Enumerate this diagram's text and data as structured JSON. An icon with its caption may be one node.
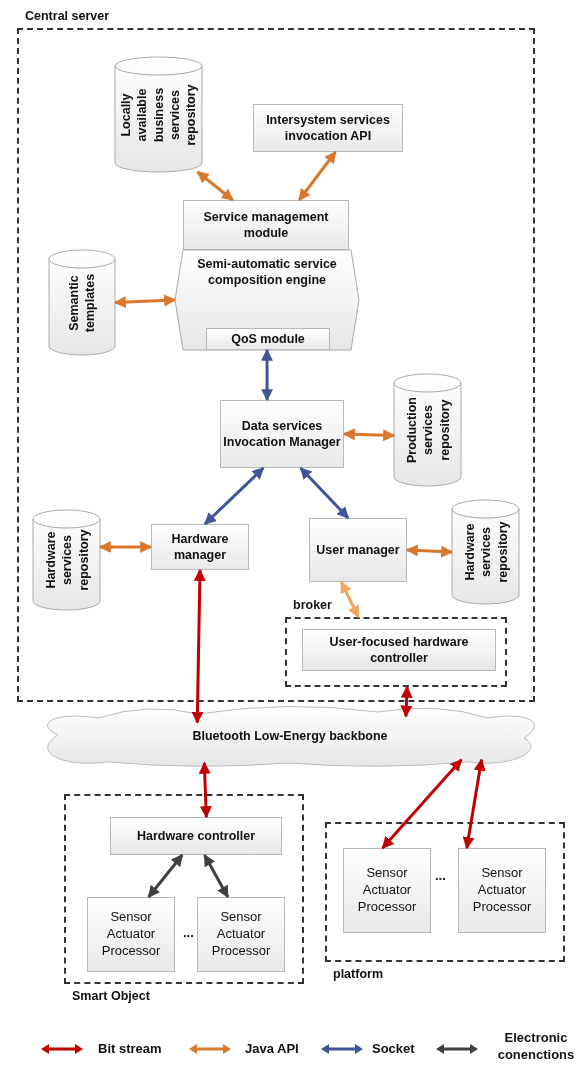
{
  "diagram": {
    "nodes": [
      {
        "text": [
          "Central server"
        ]
      },
      {
        "text": [
          "Locally available business services repository"
        ],
        "in": 0
      },
      {
        "text": [
          "Intersystem services invocation API"
        ],
        "in": 0
      },
      {
        "text": [
          "Service management module"
        ],
        "in": 0
      },
      {
        "text": [
          "Semi-automatic service composition engine"
        ],
        "in": 0
      },
      {
        "text": [
          "QoS module"
        ],
        "in": 4
      },
      {
        "text": [
          "Semantic templates"
        ],
        "in": 0
      },
      {
        "text": [
          "Data services Invocation Manager"
        ],
        "in": 0
      },
      {
        "text": [
          "Production services repository"
        ],
        "in": 0
      },
      {
        "text": [
          "Hardware services repository"
        ],
        "in": 0
      },
      {
        "text": [
          "Hardware manager"
        ],
        "in": 0
      },
      {
        "text": [
          "User manager"
        ],
        "in": 0
      },
      {
        "text": [
          "Hardware services repository"
        ],
        "in": 0
      },
      {
        "text": [
          "broker"
        ],
        "in": 0
      },
      {
        "text": [
          "User-focused hardware controller"
        ],
        "in": 13
      },
      {
        "text": [
          "Bluetooth Low-Energy backbone"
        ]
      },
      {
        "text": [
          "Smart Object"
        ]
      },
      {
        "text": [
          "Hardware controller"
        ],
        "in": 16
      },
      {
        "text": [
          "Sensor Actuator Processor"
        ],
        "in": 16
      },
      {
        "text": [
          "Sensor Actuator Processor"
        ],
        "in": 16
      },
      {
        "text": [
          "platform"
        ]
      },
      {
        "text": [
          "Sensor Actuator Processor"
        ],
        "in": 20
      },
      {
        "text": [
          "Sensor Actuator Processor"
        ],
        "in": 20
      }
    ],
    "edges": [
      {
        "from": 1,
        "to": 3,
        "arrow": "both",
        "color": "#d9782d"
      },
      {
        "from": 2,
        "to": 3,
        "arrow": "both",
        "color": "#d9782d"
      },
      {
        "from": 6,
        "to": 4,
        "arrow": "both",
        "color": "#d9782d"
      },
      {
        "from": 4,
        "to": 7,
        "arrow": "both",
        "color": "#3f5597"
      },
      {
        "from": 7,
        "to": 8,
        "arrow": "both",
        "color": "#d9782d"
      },
      {
        "from": 7,
        "to": 10,
        "arrow": "both",
        "color": "#3f5597"
      },
      {
        "from": 7,
        "to": 11,
        "arrow": "both",
        "color": "#3f5597"
      },
      {
        "from": 9,
        "to": 10,
        "arrow": "both",
        "color": "#d9782d"
      },
      {
        "from": 11,
        "to": 12,
        "arrow": "both",
        "color": "#d9782d"
      },
      {
        "from": 11,
        "to": 13,
        "arrow": "both",
        "color": "#f0a860"
      },
      {
        "from": 10,
        "to": 15,
        "arrow": "both",
        "color": "#c00000"
      },
      {
        "from": 13,
        "to": 15,
        "arrow": "both",
        "color": "#c00000"
      },
      {
        "from": 15,
        "to": 17,
        "arrow": "both",
        "color": "#c00000"
      },
      {
        "from": 15,
        "to": 21,
        "arrow": "both",
        "color": "#c00000"
      },
      {
        "from": 15,
        "to": 22,
        "arrow": "both",
        "color": "#c00000"
      },
      {
        "from": 17,
        "to": 18,
        "arrow": "both",
        "color": "#404040"
      },
      {
        "from": 17,
        "to": 19,
        "arrow": "both",
        "color": "#404040"
      }
    ],
    "labels": [
      "...",
      "..."
    ],
    "legend": [
      {
        "text": "Bit stream"
      },
      {
        "text": "Java API"
      },
      {
        "text": "Socket"
      },
      {
        "text": "Electronic conenctions"
      }
    ]
  }
}
